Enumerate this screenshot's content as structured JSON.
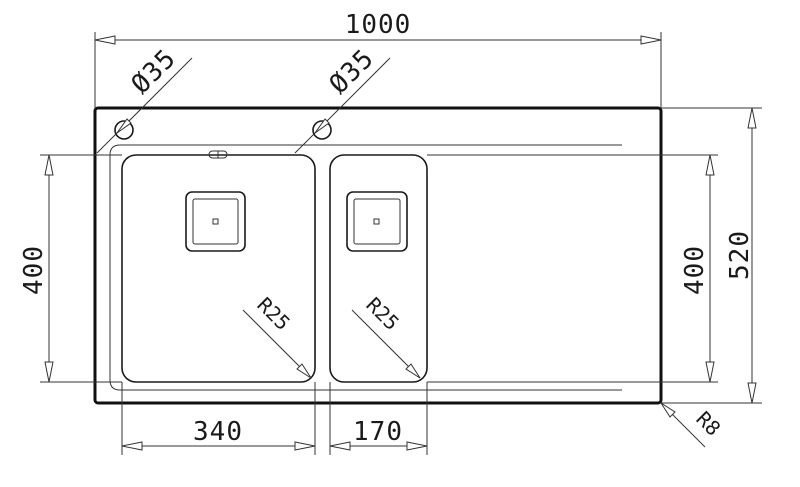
{
  "dimensions": {
    "overall_width": "1000",
    "overall_depth": "520",
    "main_bowl_depth": "400",
    "small_bowl_depth": "400",
    "main_bowl_width": "340",
    "small_bowl_width": "170",
    "tap_hole_1": "Ø35",
    "tap_hole_2": "Ø35",
    "main_bowl_radius": "R25",
    "small_bowl_radius": "R25",
    "corner_radius": "R8"
  }
}
